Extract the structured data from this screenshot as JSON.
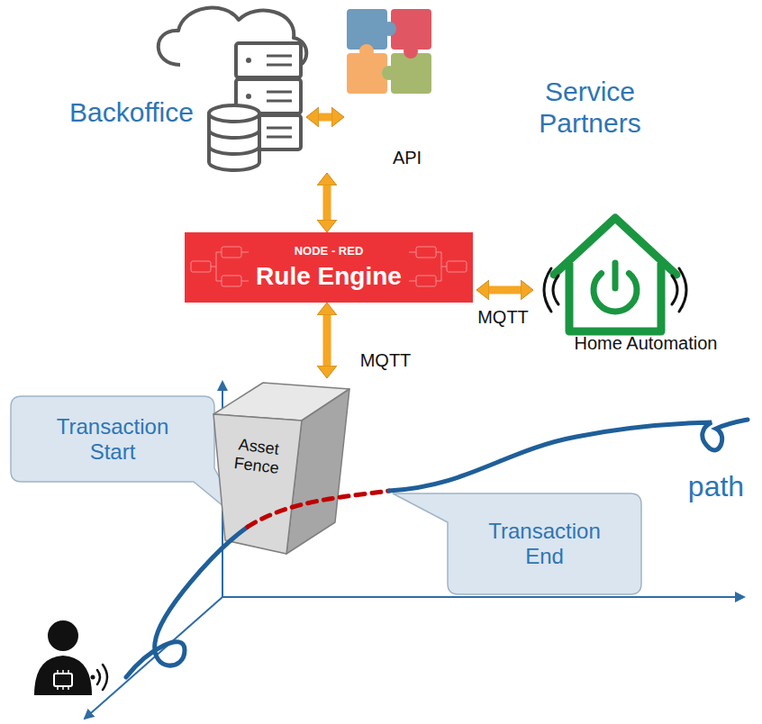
{
  "diagram": {
    "nodes": [
      {
        "text": [
          "Backoffice"
        ]
      },
      {
        "text": [
          "Service Partners"
        ]
      },
      {
        "text": [
          "NODE - RED",
          "Rule Engine"
        ]
      },
      {
        "text": [
          "Home Automation"
        ]
      },
      {
        "text": [
          "Transaction Start"
        ]
      },
      {
        "text": [
          "Asset Fence"
        ]
      },
      {
        "text": [
          "Transaction End"
        ]
      }
    ],
    "edges": [
      {
        "from": 0,
        "to": 1,
        "label": "API",
        "arrow": "both"
      },
      {
        "from": 0,
        "to": 2,
        "arrow": "both"
      },
      {
        "from": 2,
        "to": 3,
        "label": "MQTT",
        "arrow": "both"
      },
      {
        "from": 2,
        "to": 5,
        "label": "MQTT",
        "arrow": "both"
      }
    ],
    "labels": [
      "path"
    ]
  }
}
